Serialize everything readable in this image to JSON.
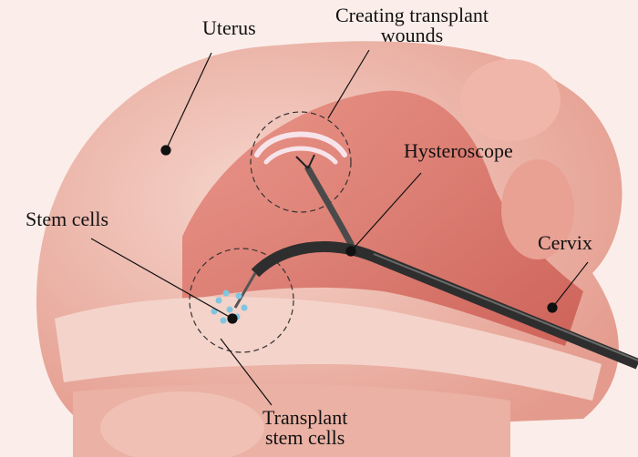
{
  "labels": {
    "uterus": "Uterus",
    "wounds_line1": "Creating transplant",
    "wounds_line2": "wounds",
    "hysteroscope": "Hysteroscope",
    "stem_cells": "Stem cells",
    "cervix": "Cervix",
    "transplant_line1": "Transplant",
    "transplant_line2": "stem cells"
  },
  "colors": {
    "tissue_light": "#f3c9bf",
    "tissue_mid": "#e79a8c",
    "tissue_dark": "#c9584f",
    "instrument": "#3a3a3a",
    "cells": "#7fc6e0"
  }
}
